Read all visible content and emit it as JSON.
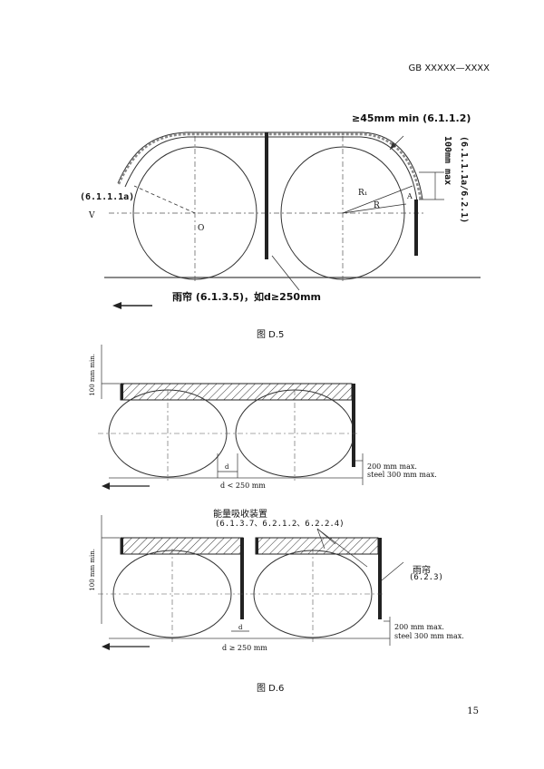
{
  "header": {
    "standard_id": "GB XXXXX—XXXX"
  },
  "figure5": {
    "caption": "图 D.5",
    "label_top": "≥45mm min (6.1.1.2)",
    "label_right_100": "100mm max",
    "label_right_ref": "(6.1.1.1a/6.2.1)",
    "label_left_ref": "(6.1.1.1a)",
    "label_v": "V",
    "label_o": "O",
    "label_r1": "R₁",
    "label_r": "R",
    "label_a": "A",
    "label_bottom": "雨帘 (6.1.3.5)，如d≥250mm"
  },
  "figure6": {
    "caption": "图 D.6",
    "top": {
      "label_100mm": "100 mm min.",
      "label_200mm": "200 mm max.",
      "label_steel": "steel 300 mm max.",
      "label_d": "d",
      "label_d_cond": "d < 250 mm"
    },
    "energy_device": "能量吸收装置",
    "energy_refs": "(6.1.3.7、6.2.1.2、6.2.2.4)",
    "bottom": {
      "label_100mm": "100 mm min.",
      "label_200mm": "200 mm max.",
      "label_steel": "steel 300 mm max.",
      "label_d": "d",
      "label_d_cond": "d ≥ 250 mm",
      "rain_curtain": "雨帘",
      "rain_curtain_ref": "(6.2.3)"
    }
  },
  "page_number": "15"
}
